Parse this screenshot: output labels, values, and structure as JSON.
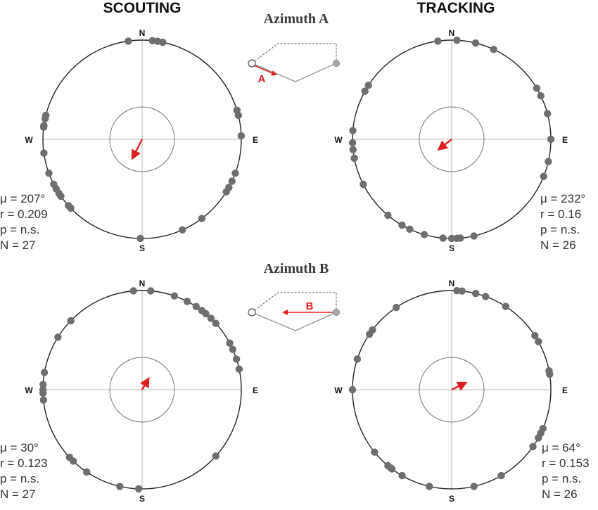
{
  "columns": [
    "SCOUTING",
    "TRACKING"
  ],
  "rows": [
    "Azimuth A",
    "Azimuth B"
  ],
  "compass": {
    "n": "N",
    "e": "E",
    "s": "S",
    "w": "W"
  },
  "schematic_labels": [
    "A",
    "B"
  ],
  "colors": {
    "points": "#6e6e6e",
    "arrow": "#e02020",
    "circle": "#222222",
    "inner_circle": "#777777",
    "axes": "#bbbbbb"
  },
  "chart_data": [
    {
      "type": "scatter",
      "projection": "circular",
      "angle_unit": "degrees clockwise from N",
      "column": "SCOUTING",
      "row": "Azimuth A",
      "angles": [
        352,
        6,
        9,
        12,
        73,
        76,
        88,
        110,
        115,
        119,
        122,
        143,
        156,
        181,
        226,
        228,
        235,
        237,
        240,
        243,
        250,
        262,
        277,
        278,
        282,
        284
      ],
      "mean_angle": 207,
      "r": 0.209,
      "stats": {
        "mu": "μ = 207°",
        "r": "r = 0.209",
        "p": "p = n.s.",
        "n": "N = 27"
      }
    },
    {
      "type": "scatter",
      "projection": "circular",
      "angle_unit": "degrees clockwise from N",
      "column": "TRACKING",
      "row": "Azimuth A",
      "angles": [
        3,
        14,
        25,
        59,
        64,
        75,
        90,
        103,
        112,
        167,
        175,
        177,
        180,
        185,
        196,
        205,
        210,
        220,
        243,
        259,
        264,
        268,
        275,
        299,
        303,
        352
      ],
      "mean_angle": 232,
      "r": 0.16,
      "stats": {
        "mu": "μ = 232°",
        "r": "r = 0.16",
        "p": "p = n.s.",
        "n": "N = 26"
      }
    },
    {
      "type": "scatter",
      "projection": "circular",
      "angle_unit": "degrees clockwise from N",
      "column": "SCOUTING",
      "row": "Azimuth B",
      "angles": [
        5,
        19,
        27,
        33,
        37,
        40,
        44,
        48,
        62,
        66,
        72,
        78,
        132,
        182,
        193,
        214,
        224,
        227,
        264,
        268,
        270,
        273,
        280,
        302,
        314,
        355
      ],
      "mean_angle": 30,
      "r": 0.123,
      "stats": {
        "mu": "μ = 30°",
        "r": "r = 0.123",
        "p": "p = n.s.",
        "n": "N = 27"
      }
    },
    {
      "type": "scatter",
      "projection": "circular",
      "angle_unit": "degrees clockwise from N",
      "column": "TRACKING",
      "row": "Azimuth B",
      "angles": [
        3,
        6,
        14,
        20,
        33,
        57,
        61,
        79,
        81,
        113,
        116,
        119,
        125,
        150,
        167,
        193,
        210,
        217,
        218,
        220,
        231,
        270,
        288,
        304,
        307,
        326
      ],
      "mean_angle": 64,
      "r": 0.153,
      "stats": {
        "mu": "μ = 64°",
        "r": "r = 0.153",
        "p": "p = n.s.",
        "n": "N = 26"
      }
    }
  ]
}
